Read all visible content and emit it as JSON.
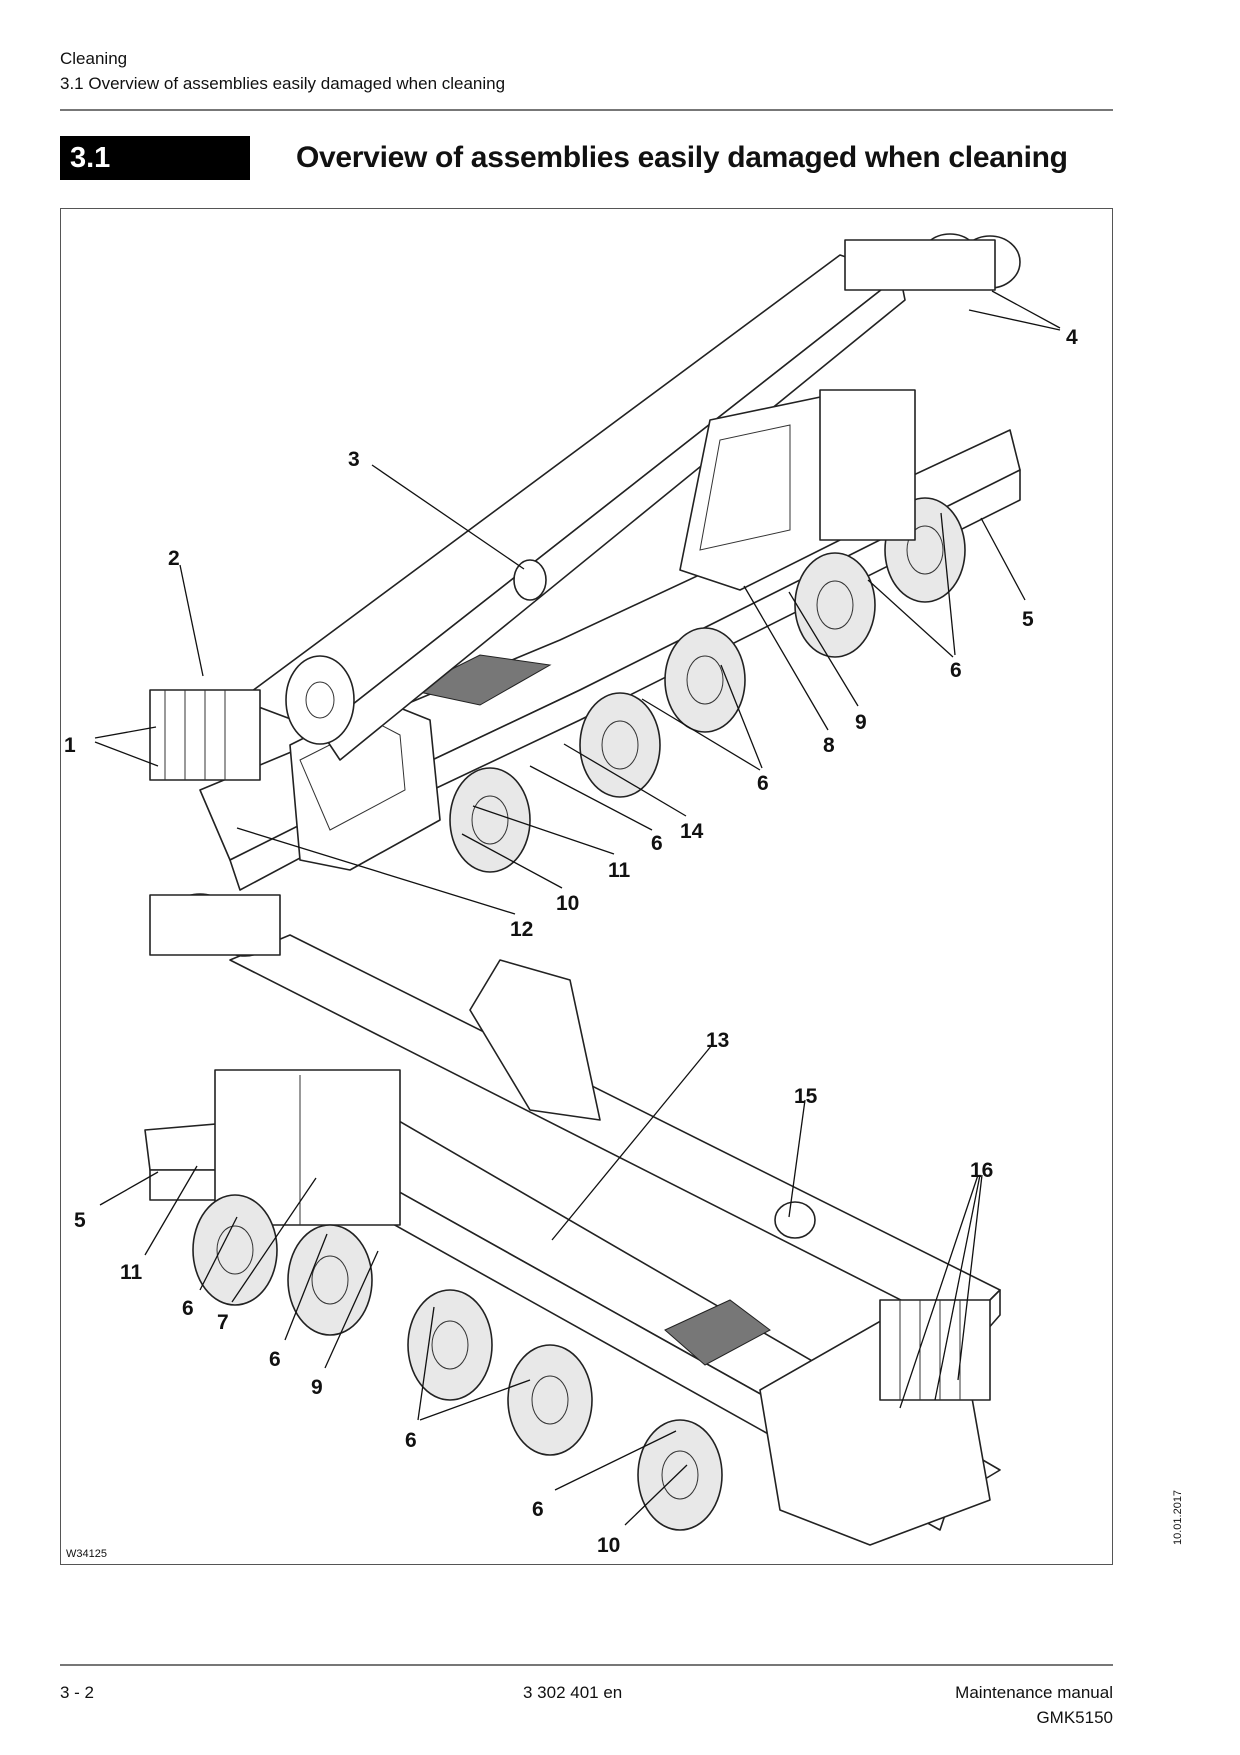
{
  "header": {
    "chapter": "Cleaning",
    "section": "3.1 Overview of assemblies easily damaged when cleaning"
  },
  "section": {
    "number": "3.1",
    "title": "Overview of assemblies easily damaged when cleaning"
  },
  "figure": {
    "id": "W34125",
    "callouts_top": [
      "1",
      "2",
      "3",
      "4",
      "5",
      "6",
      "6",
      "6",
      "8",
      "9",
      "10",
      "11",
      "12",
      "14"
    ],
    "callouts_bottom": [
      "13",
      "15",
      "16",
      "5",
      "11",
      "6",
      "7",
      "6",
      "9",
      "6",
      "6",
      "10"
    ]
  },
  "footer": {
    "page": "3 - 2",
    "doc_number": "3 302 401 en",
    "manual": "Maintenance manual",
    "model": "GMK5150"
  },
  "side_date": "10.01.2017"
}
